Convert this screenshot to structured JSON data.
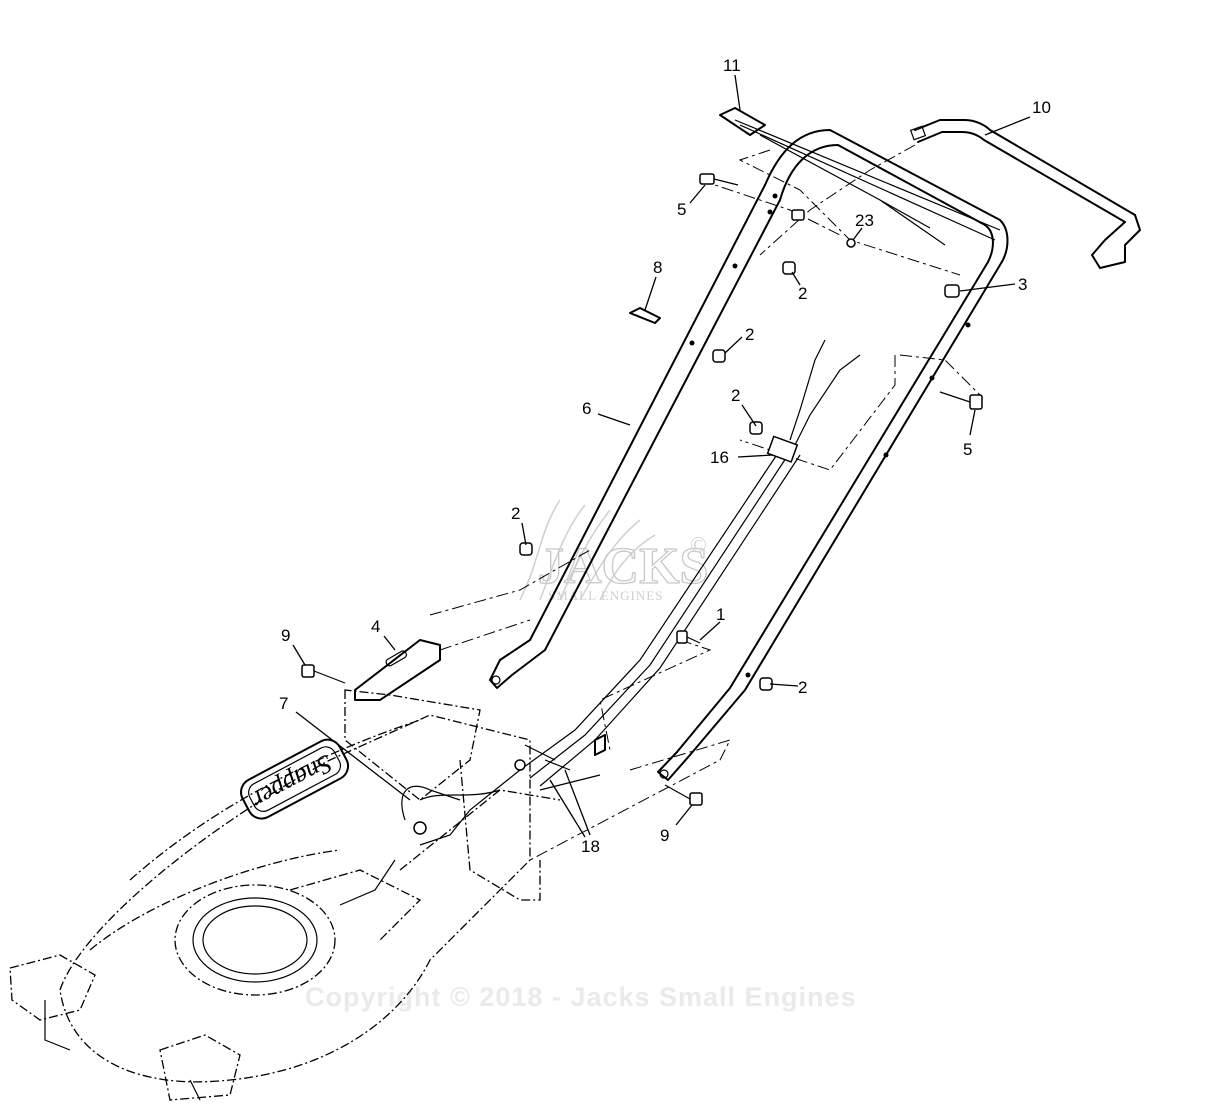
{
  "diagram": {
    "callouts": [
      {
        "id": "c11",
        "label": "11"
      },
      {
        "id": "c10",
        "label": "10"
      },
      {
        "id": "c5a",
        "label": "5"
      },
      {
        "id": "c23",
        "label": "23"
      },
      {
        "id": "c2a",
        "label": "2"
      },
      {
        "id": "c3",
        "label": "3"
      },
      {
        "id": "c8",
        "label": "8"
      },
      {
        "id": "c2b",
        "label": "2"
      },
      {
        "id": "c2c",
        "label": "2"
      },
      {
        "id": "c6",
        "label": "6"
      },
      {
        "id": "c5b",
        "label": "5"
      },
      {
        "id": "c16",
        "label": "16"
      },
      {
        "id": "c2d",
        "label": "2"
      },
      {
        "id": "c1",
        "label": "1"
      },
      {
        "id": "c9a",
        "label": "9"
      },
      {
        "id": "c4",
        "label": "4"
      },
      {
        "id": "c2e",
        "label": "2"
      },
      {
        "id": "c7",
        "label": "7"
      },
      {
        "id": "c9b",
        "label": "9"
      },
      {
        "id": "c18",
        "label": "18"
      }
    ],
    "deck_logo": "Snapper"
  },
  "watermark": {
    "brand": "JACKS",
    "symbol": "©",
    "tagline": "SMALL ENGINES",
    "copyright": "Copyright © 2018 - Jacks Small Engines"
  }
}
